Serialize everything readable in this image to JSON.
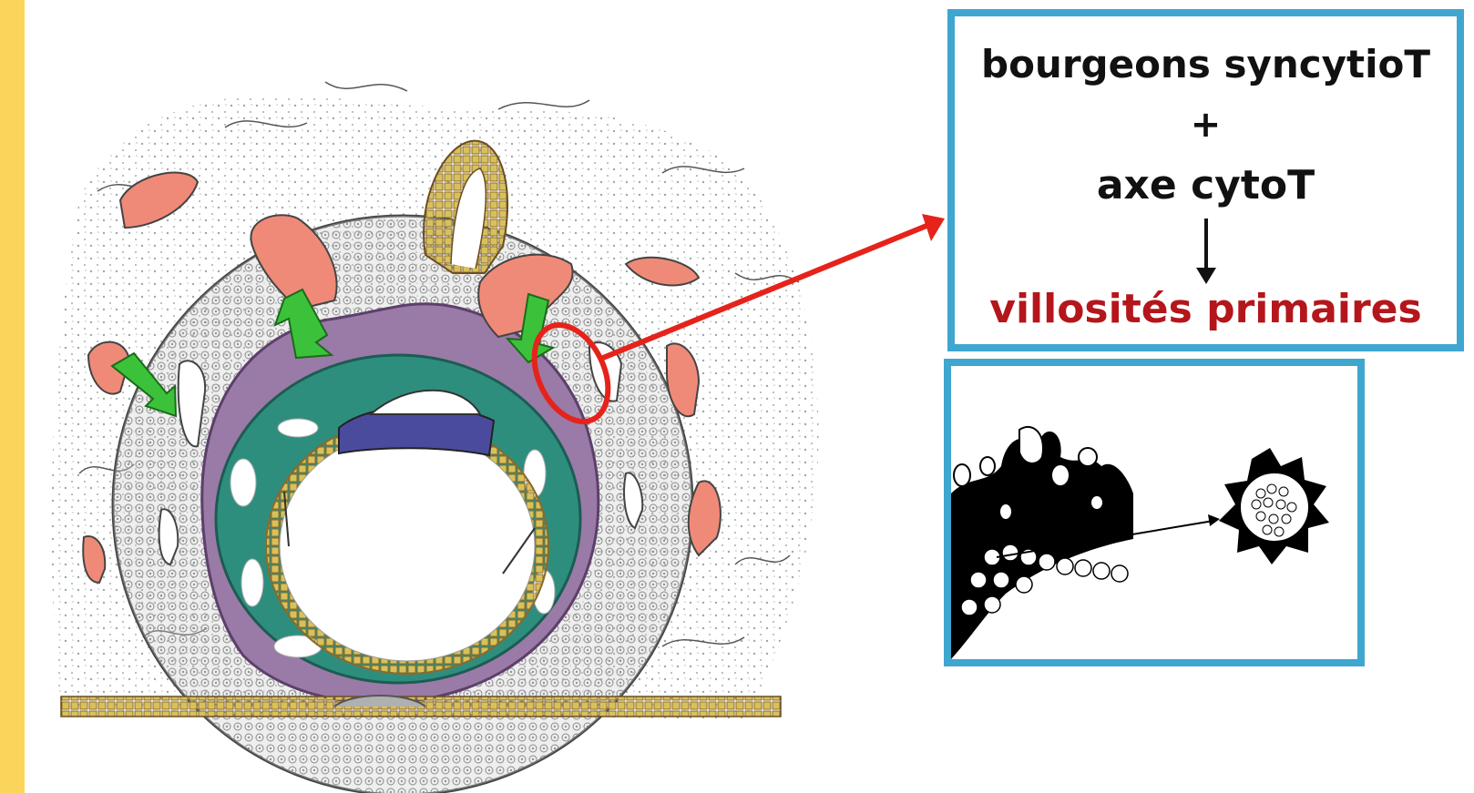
{
  "textbox": {
    "line1": "bourgeons syncytioT",
    "line2": "+",
    "line3": "axe cytoT",
    "line4": "villosités primaires"
  },
  "colors": {
    "frame_yellow": "#fbd55a",
    "box_border": "#3fa6cf",
    "highlight_text": "#b4161b",
    "pointer_arrow": "#e5231b",
    "growth_arrow": "#3cc23a",
    "lacuna_blood": "#f08a78",
    "syncytio_purple": "#9a7aa6",
    "mesoderm_teal": "#2e8e7e",
    "yolk_sac_yellow": "#d9c15a"
  },
  "icons": [
    "red-arrow",
    "green-arrow",
    "down-arrow-icon"
  ]
}
